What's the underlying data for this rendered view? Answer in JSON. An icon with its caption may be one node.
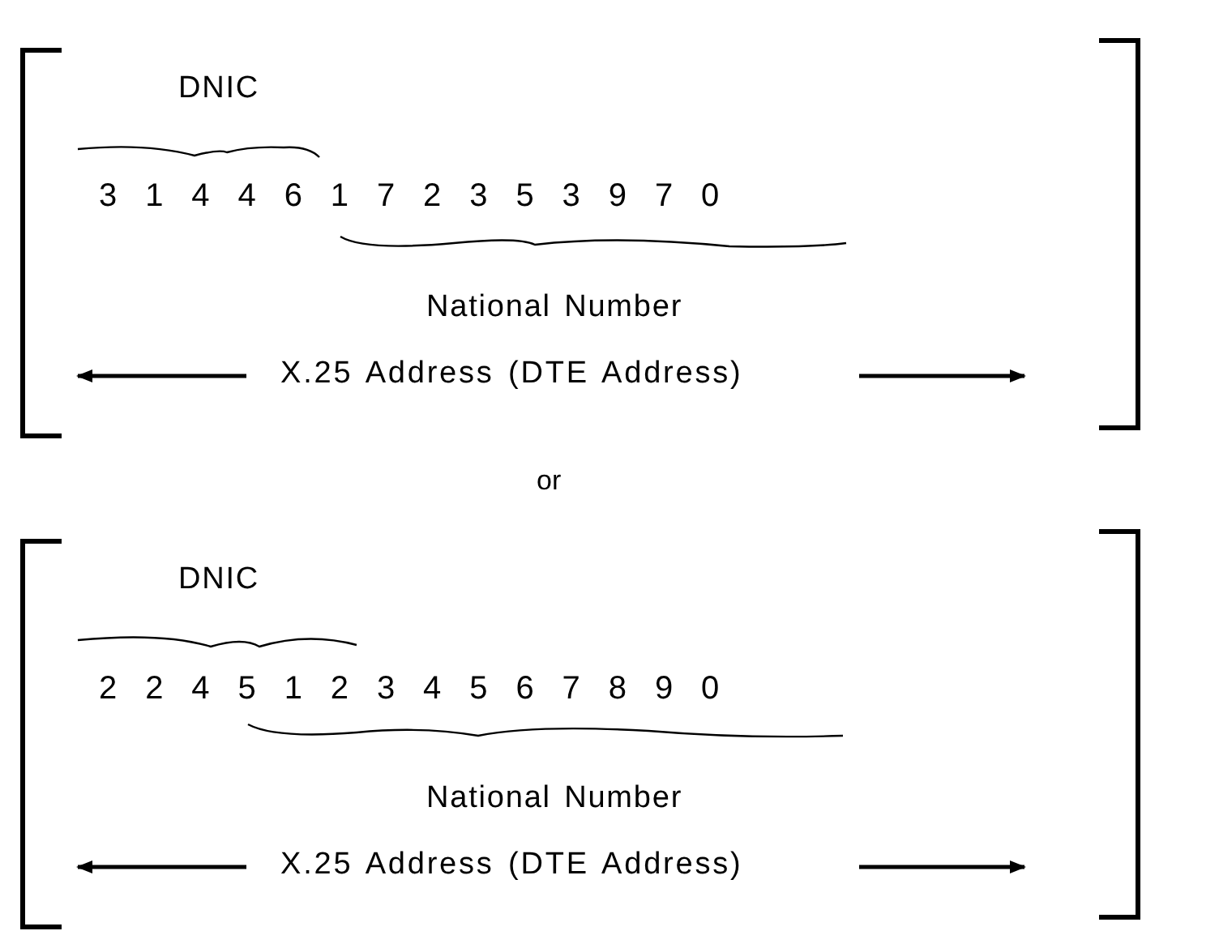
{
  "diagram": {
    "labels": [
      "DNIC",
      "3 1 4 4 6 1 7 2 3 5 3 9 7 0",
      "National Number",
      "X.25 Address (DTE Address)",
      "or",
      "DNIC",
      "2 2 4 5 1 2 3 4 5 6 7 8 9 0",
      "National Number",
      "X.25 Address (DTE Address)"
    ]
  }
}
